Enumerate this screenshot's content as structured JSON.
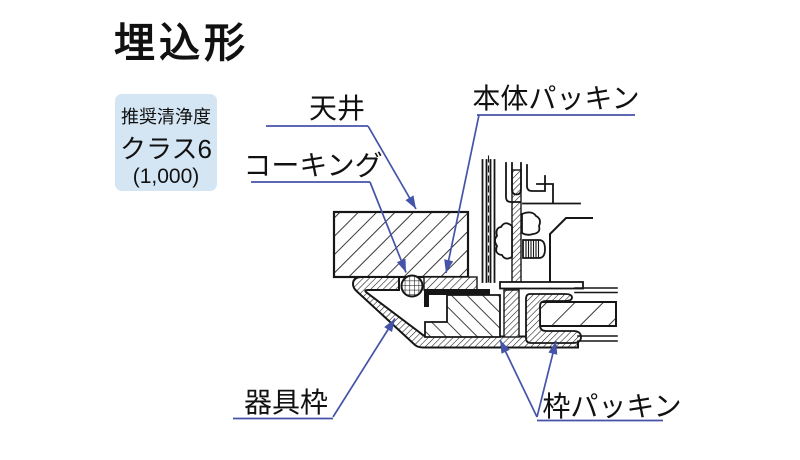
{
  "title": "埋込形",
  "spec_box": {
    "line1": "推奨清浄度",
    "line2": "クラス6",
    "line3": "(1,000)"
  },
  "labels": {
    "ceiling": "天井",
    "caulking": "コーキング",
    "body_packing": "本体パッキン",
    "fixture_frame": "器具枠",
    "frame_packing": "枠パッキン"
  },
  "colors": {
    "background": "#ffffff",
    "drawing_line": "#161616",
    "leader": "#4553a8",
    "spec_box_bg": "#d4e5f3",
    "text": "#111111"
  }
}
